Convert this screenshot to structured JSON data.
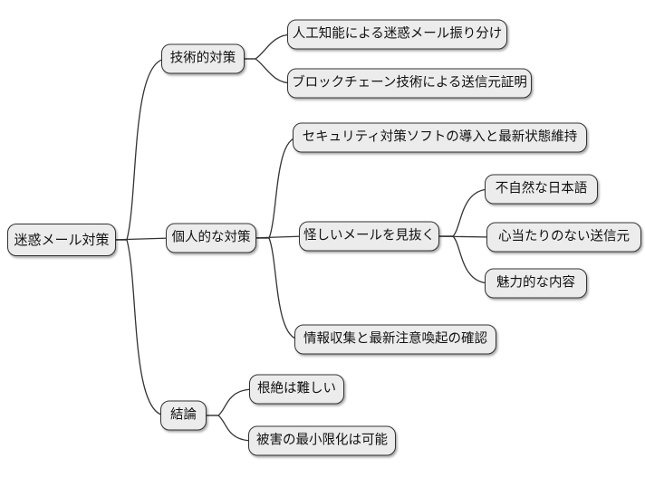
{
  "mindmap": {
    "tree": {
      "label": "迷惑メール対策",
      "children": [
        {
          "label": "技術的対策",
          "children": [
            {
              "label": "人工知能による迷惑メール振り分け"
            },
            {
              "label": "ブロックチェーン技術による送信元証明"
            }
          ]
        },
        {
          "label": "個人的な対策",
          "children": [
            {
              "label": "セキュリティ対策ソフトの導入と最新状態維持"
            },
            {
              "label": "怪しいメールを見抜く",
              "children": [
                {
                  "label": "不自然な日本語"
                },
                {
                  "label": "心当たりのない送信元"
                },
                {
                  "label": "魅力的な内容"
                }
              ]
            },
            {
              "label": "情報収集と最新注意喚起の確認"
            }
          ]
        },
        {
          "label": "結論",
          "children": [
            {
              "label": "根絶は難しい"
            },
            {
              "label": "被害の最小限化は可能"
            }
          ]
        }
      ]
    },
    "colors": {
      "node_fill": "#ececec",
      "node_border": "#333333",
      "edge": "#333333",
      "background": "#ffffff"
    }
  }
}
